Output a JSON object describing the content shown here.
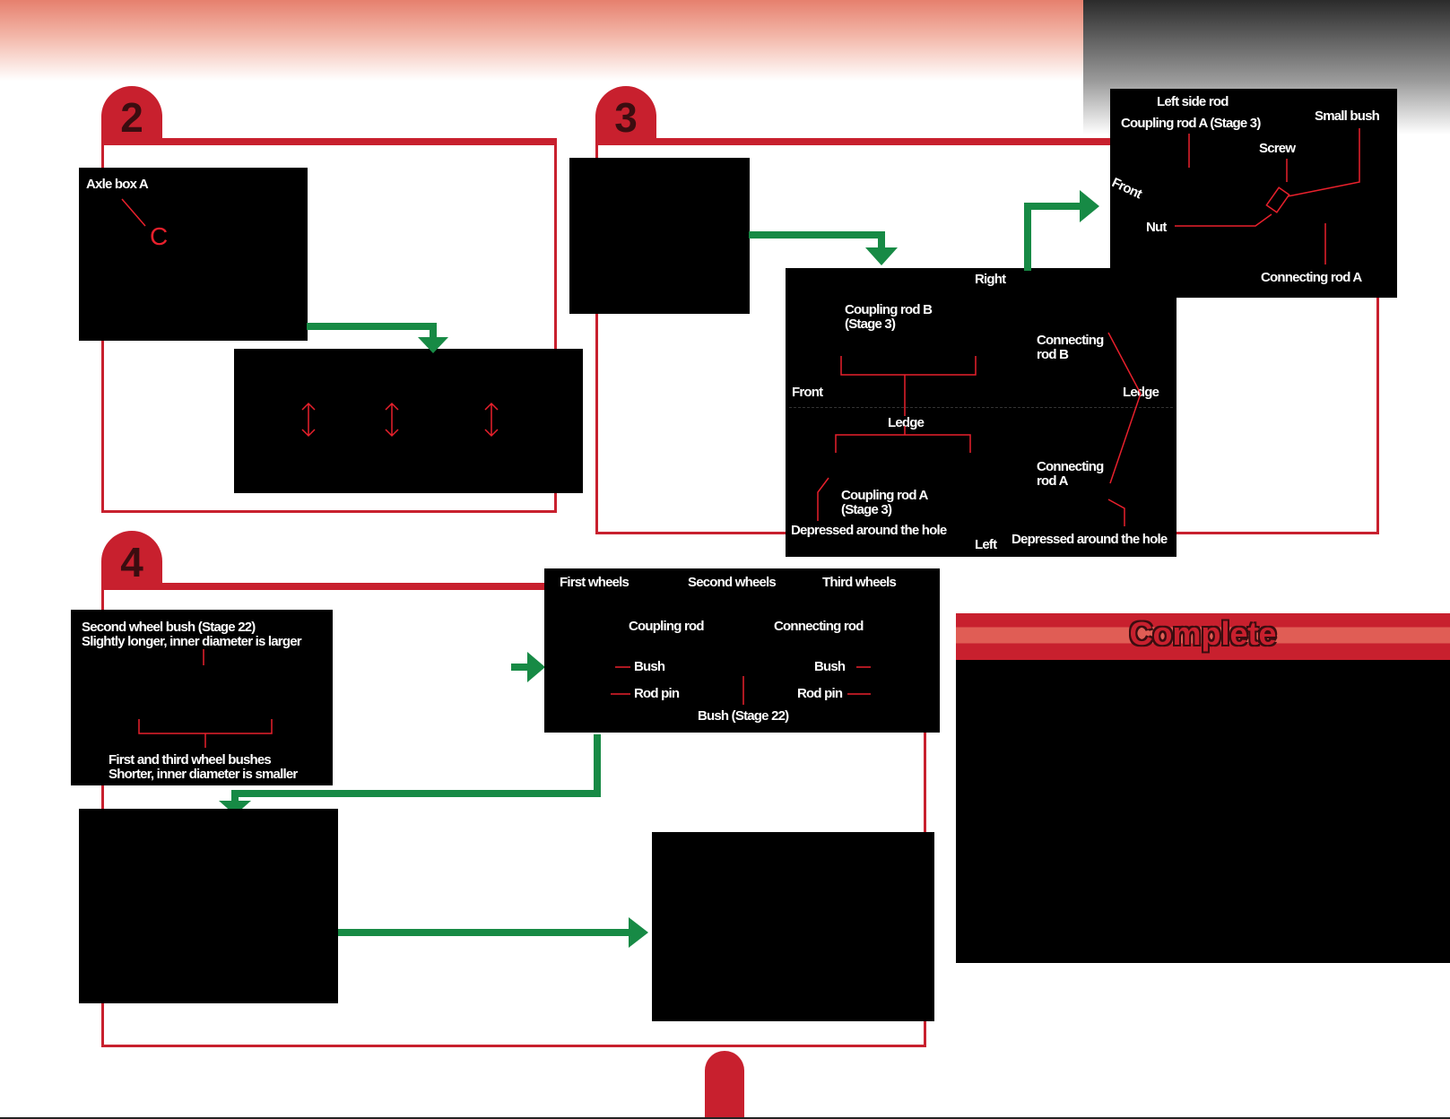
{
  "steps": {
    "s2": {
      "number": "2",
      "labels": {
        "axle_box_a": "Axle box A",
        "c_mark": "C"
      }
    },
    "s3": {
      "number": "3",
      "labels": {
        "right": "Right",
        "coupling_rod_b": "Coupling rod B\n(Stage 3)",
        "connecting_rod_b": "Connecting\nrod B",
        "front": "Front",
        "ledge_right": "Ledge",
        "ledge_center": "Ledge",
        "connecting_rod_a": "Connecting\nrod A",
        "coupling_rod_a": "Coupling rod A\n(Stage 3)",
        "depressed_left": "Depressed around the hole",
        "left": "Left",
        "depressed_right": "Depressed around the hole"
      },
      "inset": {
        "left_side_rod": "Left side rod",
        "coupling_rod_a": "Coupling rod A (Stage 3)",
        "small_bush": "Small bush",
        "screw": "Screw",
        "front": "Front",
        "nut": "Nut",
        "connecting_rod_a": "Connecting rod A"
      }
    },
    "s4": {
      "number": "4",
      "labels": {
        "second_bush": "Second wheel bush (Stage 22)\nSlightly longer, inner diameter is larger",
        "first_third_bushes": "First and third wheel bushes\nShorter, inner diameter is smaller",
        "first_wheels": "First wheels",
        "second_wheels": "Second wheels",
        "third_wheels": "Third wheels",
        "coupling_rod": "Coupling rod",
        "connecting_rod": "Connecting rod",
        "bush_left": "Bush",
        "bush_right": "Bush",
        "rod_pin_left": "Rod pin",
        "rod_pin_right": "Rod pin",
        "bush_stage22": "Bush (Stage 22)"
      }
    }
  },
  "complete": {
    "title": "Complete"
  },
  "colors": {
    "accent_red": "#c8202e",
    "arrow_green": "#178a45",
    "photo_black": "#000000"
  }
}
